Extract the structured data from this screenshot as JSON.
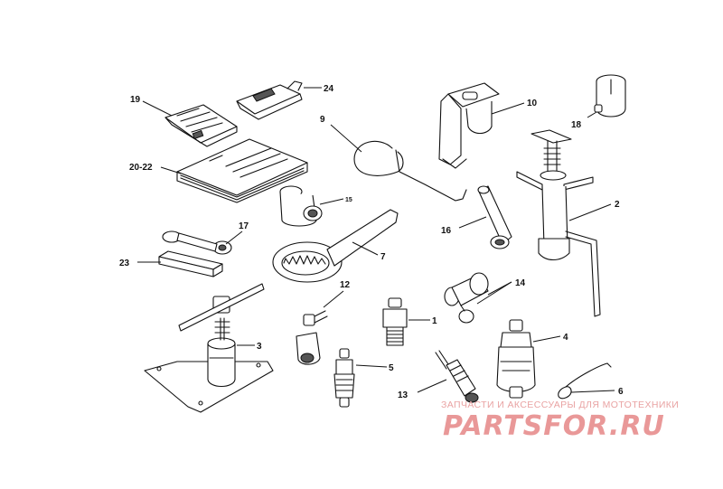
{
  "labels": {
    "l1": "1",
    "l2": "2",
    "l3": "3",
    "l4": "4",
    "l5": "5",
    "l6": "6",
    "l7": "7",
    "l9": "9",
    "l10": "10",
    "l12": "12",
    "l13": "13",
    "l14": "14",
    "l15": "15",
    "l16": "16",
    "l17": "17",
    "l18": "18",
    "l19": "19",
    "l2022": "20-22",
    "l23": "23",
    "l24": "24"
  },
  "watermark": {
    "caption": "ЗАПЧАСТИ И АКСЕССУАРЫ ДЛЯ МОТОТЕХНИКИ",
    "brand": "PARTSFOR.RU"
  },
  "colors": {
    "line": "#111111",
    "watermark": "#e47f7f",
    "background": "#ffffff"
  }
}
